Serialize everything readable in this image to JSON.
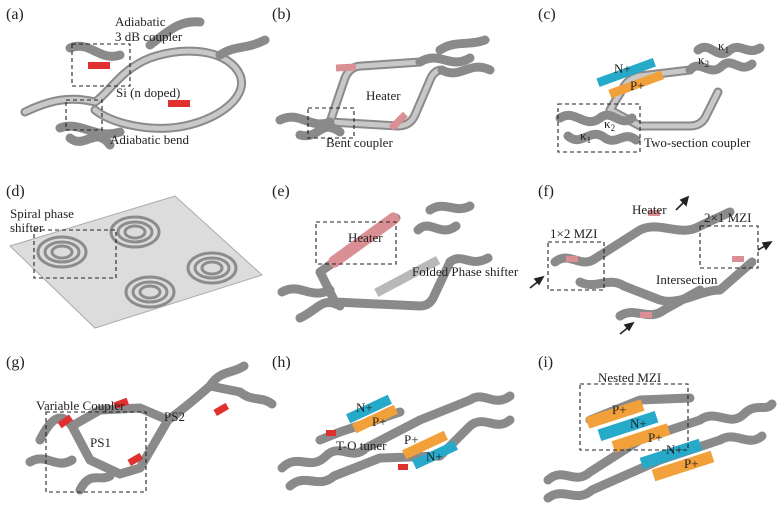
{
  "panels": {
    "a": {
      "tag": "(a)",
      "labels": [
        "Adiabatic",
        "3 dB coupler",
        "Si (n doped)",
        "Adiabatic bend"
      ]
    },
    "b": {
      "tag": "(b)",
      "labels": [
        "Heater",
        "Bent coupler"
      ]
    },
    "c": {
      "tag": "(c)",
      "labels": [
        "N+",
        "P+",
        "κ",
        "1",
        "κ",
        "2",
        "κ",
        "1",
        "κ",
        "2",
        "Two-section coupler"
      ]
    },
    "d": {
      "tag": "(d)",
      "labels": [
        "Spiral phase",
        "shifter"
      ]
    },
    "e": {
      "tag": "(e)",
      "labels": [
        "Heater",
        "Folded Phase shifter"
      ]
    },
    "f": {
      "tag": "(f)",
      "labels": [
        "Heater",
        "2×1 MZI",
        "1×2 MZI",
        "Intersection"
      ]
    },
    "g": {
      "tag": "(g)",
      "labels": [
        "Variable Coupler",
        "PS1",
        "PS2"
      ]
    },
    "h": {
      "tag": "(h)",
      "labels": [
        "N+",
        "P+",
        "T-O tuner",
        "P+",
        "N+"
      ]
    },
    "i": {
      "tag": "(i)",
      "labels": [
        "Nested MZI",
        "P+",
        "N+",
        "P+",
        "N+",
        "P+"
      ]
    }
  },
  "colors": {
    "waveguide": "#8a8a8a",
    "heater": "#d98f93",
    "doped": "#e03030",
    "n_plus": "#27a9c9",
    "p_plus": "#f2a13a"
  }
}
